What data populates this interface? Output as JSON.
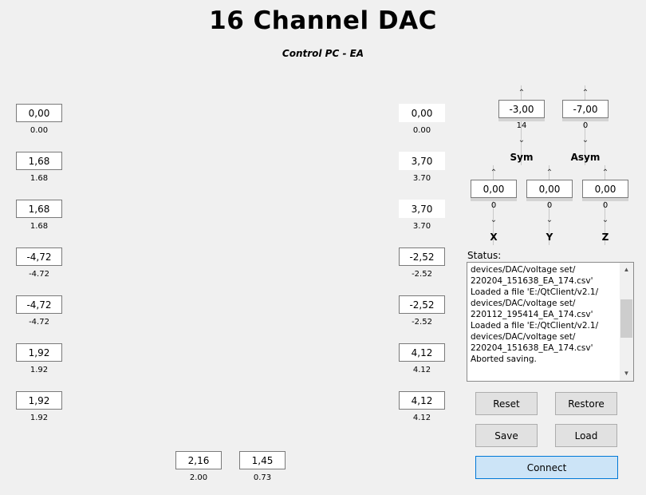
{
  "header": {
    "title": "16 Channel DAC",
    "subtitle": "Control PC - EA"
  },
  "left_channels": [
    {
      "value": "0,00",
      "readback": "0.00"
    },
    {
      "value": "1,68",
      "readback": "1.68"
    },
    {
      "value": "1,68",
      "readback": "1.68"
    },
    {
      "value": "-4,72",
      "readback": "-4.72"
    },
    {
      "value": "-4,72",
      "readback": "-4.72"
    },
    {
      "value": "1,92",
      "readback": "1.92"
    },
    {
      "value": "1,92",
      "readback": "1.92"
    }
  ],
  "right_channels": [
    {
      "value": "0,00",
      "readback": "0.00"
    },
    {
      "value": "3,70",
      "readback": "3.70"
    },
    {
      "value": "3,70",
      "readback": "3.70"
    },
    {
      "value": "-2,52",
      "readback": "-2.52"
    },
    {
      "value": "-2,52",
      "readback": "-2.52"
    },
    {
      "value": "4,12",
      "readback": "4.12"
    },
    {
      "value": "4,12",
      "readback": "4.12"
    }
  ],
  "bottom_channels": [
    {
      "value": "2,16",
      "readback": "2.00"
    },
    {
      "value": "1,45",
      "readback": "0.73"
    }
  ],
  "spinners": {
    "sym": {
      "label": "Sym",
      "value": "-3,00",
      "readback": "14"
    },
    "asym": {
      "label": "Asym",
      "value": "-7,00",
      "readback": "0"
    },
    "x": {
      "label": "X",
      "value": "0,00",
      "readback": "0"
    },
    "y": {
      "label": "Y",
      "value": "0,00",
      "readback": "0"
    },
    "z": {
      "label": "Z",
      "value": "0,00",
      "readback": "0"
    }
  },
  "status": {
    "label": "Status:",
    "lines": [
      "devices/DAC/voltage set/",
      "220204_151638_EA_174.csv'",
      "Loaded a file 'E:/QtClient/v2.1/",
      "devices/DAC/voltage set/",
      "220112_195414_EA_174.csv'",
      "Loaded a file 'E:/QtClient/v2.1/",
      "devices/DAC/voltage set/",
      "220204_151638_EA_174.csv'",
      "Aborted saving."
    ]
  },
  "buttons": {
    "reset": "Reset",
    "restore": "Restore",
    "save": "Save",
    "load": "Load",
    "connect": "Connect"
  },
  "icons": {
    "up": "chevron-up-icon",
    "down": "chevron-down-icon"
  }
}
